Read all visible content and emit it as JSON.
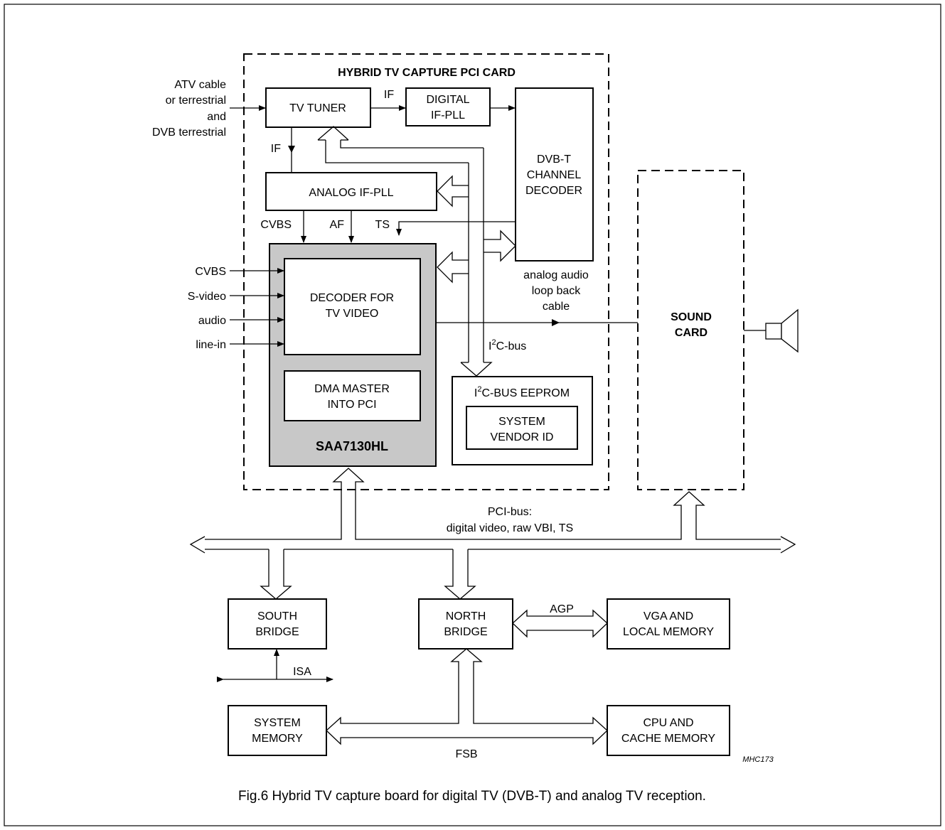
{
  "card_title": "HYBRID TV CAPTURE PCI CARD",
  "input_tuner": [
    "ATV cable",
    "or terrestrial",
    "and",
    "DVB terrestrial"
  ],
  "tv_tuner": "TV TUNER",
  "if_label": "IF",
  "digital_if_pll": [
    "DIGITAL",
    "IF-PLL"
  ],
  "dvbt_decoder": [
    "DVB-T",
    "CHANNEL",
    "DECODER"
  ],
  "analog_if_pll": "ANALOG IF-PLL",
  "sig_cvbs": "CVBS",
  "sig_af": "AF",
  "sig_ts": "TS",
  "left_inputs": [
    "CVBS",
    "S-video",
    "audio",
    "line-in"
  ],
  "decoder_tv": [
    "DECODER FOR",
    "TV VIDEO"
  ],
  "dma_master": [
    "DMA MASTER",
    "INTO PCI"
  ],
  "chip_name": "SAA7130HL",
  "loopback": [
    "analog audio",
    "loop back",
    "cable"
  ],
  "i2c_bus": {
    "prefix": "I",
    "sup": "2",
    "rest": "C-bus"
  },
  "i2c_eeprom": {
    "prefix": "I",
    "sup": "2",
    "rest": "C-BUS EEPROM"
  },
  "system_vendor": [
    "SYSTEM",
    "VENDOR ID"
  ],
  "sound_card": [
    "SOUND",
    "CARD"
  ],
  "pci_bus": [
    "PCI-bus:",
    "digital video, raw VBI, TS"
  ],
  "south_bridge": [
    "SOUTH",
    "BRIDGE"
  ],
  "north_bridge": [
    "NORTH",
    "BRIDGE"
  ],
  "agp": "AGP",
  "vga": [
    "VGA AND",
    "LOCAL MEMORY"
  ],
  "isa": "ISA",
  "system_memory": [
    "SYSTEM",
    "MEMORY"
  ],
  "fsb": "FSB",
  "cpu": [
    "CPU AND",
    "CACHE MEMORY"
  ],
  "figure_id": "MHC173",
  "caption": "Fig.6  Hybrid TV capture board for digital TV (DVB-T) and analog TV reception.",
  "colors": {
    "chip_fill": "#c8c8c8",
    "line": "#000000"
  }
}
